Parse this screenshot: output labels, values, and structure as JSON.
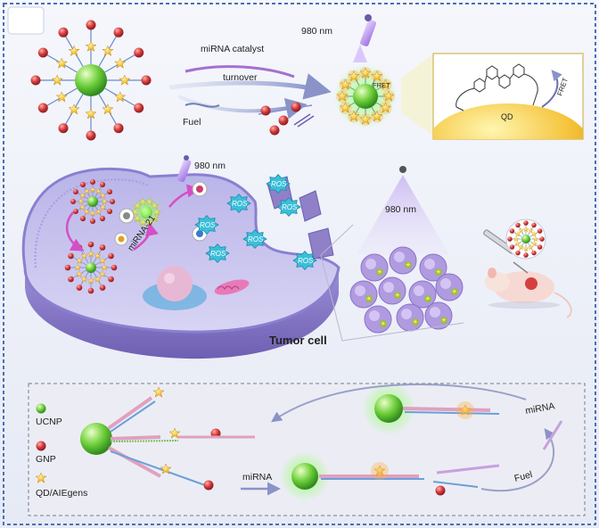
{
  "colors": {
    "frame": "#4a6fb5",
    "panel_bg": "#e8ecf6",
    "ucnp": "#5fbf3a",
    "gnp": "#c8323a",
    "qd": "#f0a020",
    "membrane": "#8f80c8",
    "ros": "#3bbfd8",
    "glow": "#7dff5a"
  },
  "top": {
    "label_catalyst": "miRNA catalyst",
    "label_turnover": "turnover",
    "label_fuel": "Fuel",
    "label_980": "980 nm",
    "label_fret_small": "FRET",
    "label_fret_big": "FRET",
    "label_qd": "QD"
  },
  "middle": {
    "label_980_cell": "980 nm",
    "label_980_cone": "980 nm",
    "label_mirna21": "miRNA-21",
    "label_tumor": "Tumor cell",
    "ros_labels": [
      "ROS",
      "ROS",
      "ROS",
      "ROS",
      "ROS",
      "ROS",
      "ROS"
    ]
  },
  "bottom": {
    "legend": [
      {
        "name": "UCNP",
        "icon": "green-sphere-icon"
      },
      {
        "name": "GNP",
        "icon": "red-sphere-icon"
      },
      {
        "name": "QD/AIEgens",
        "icon": "orange-star-icon"
      }
    ],
    "label_mirna_right": "miRNA",
    "label_mirna_mid": "miRNA",
    "label_fuel": "Fuel"
  }
}
